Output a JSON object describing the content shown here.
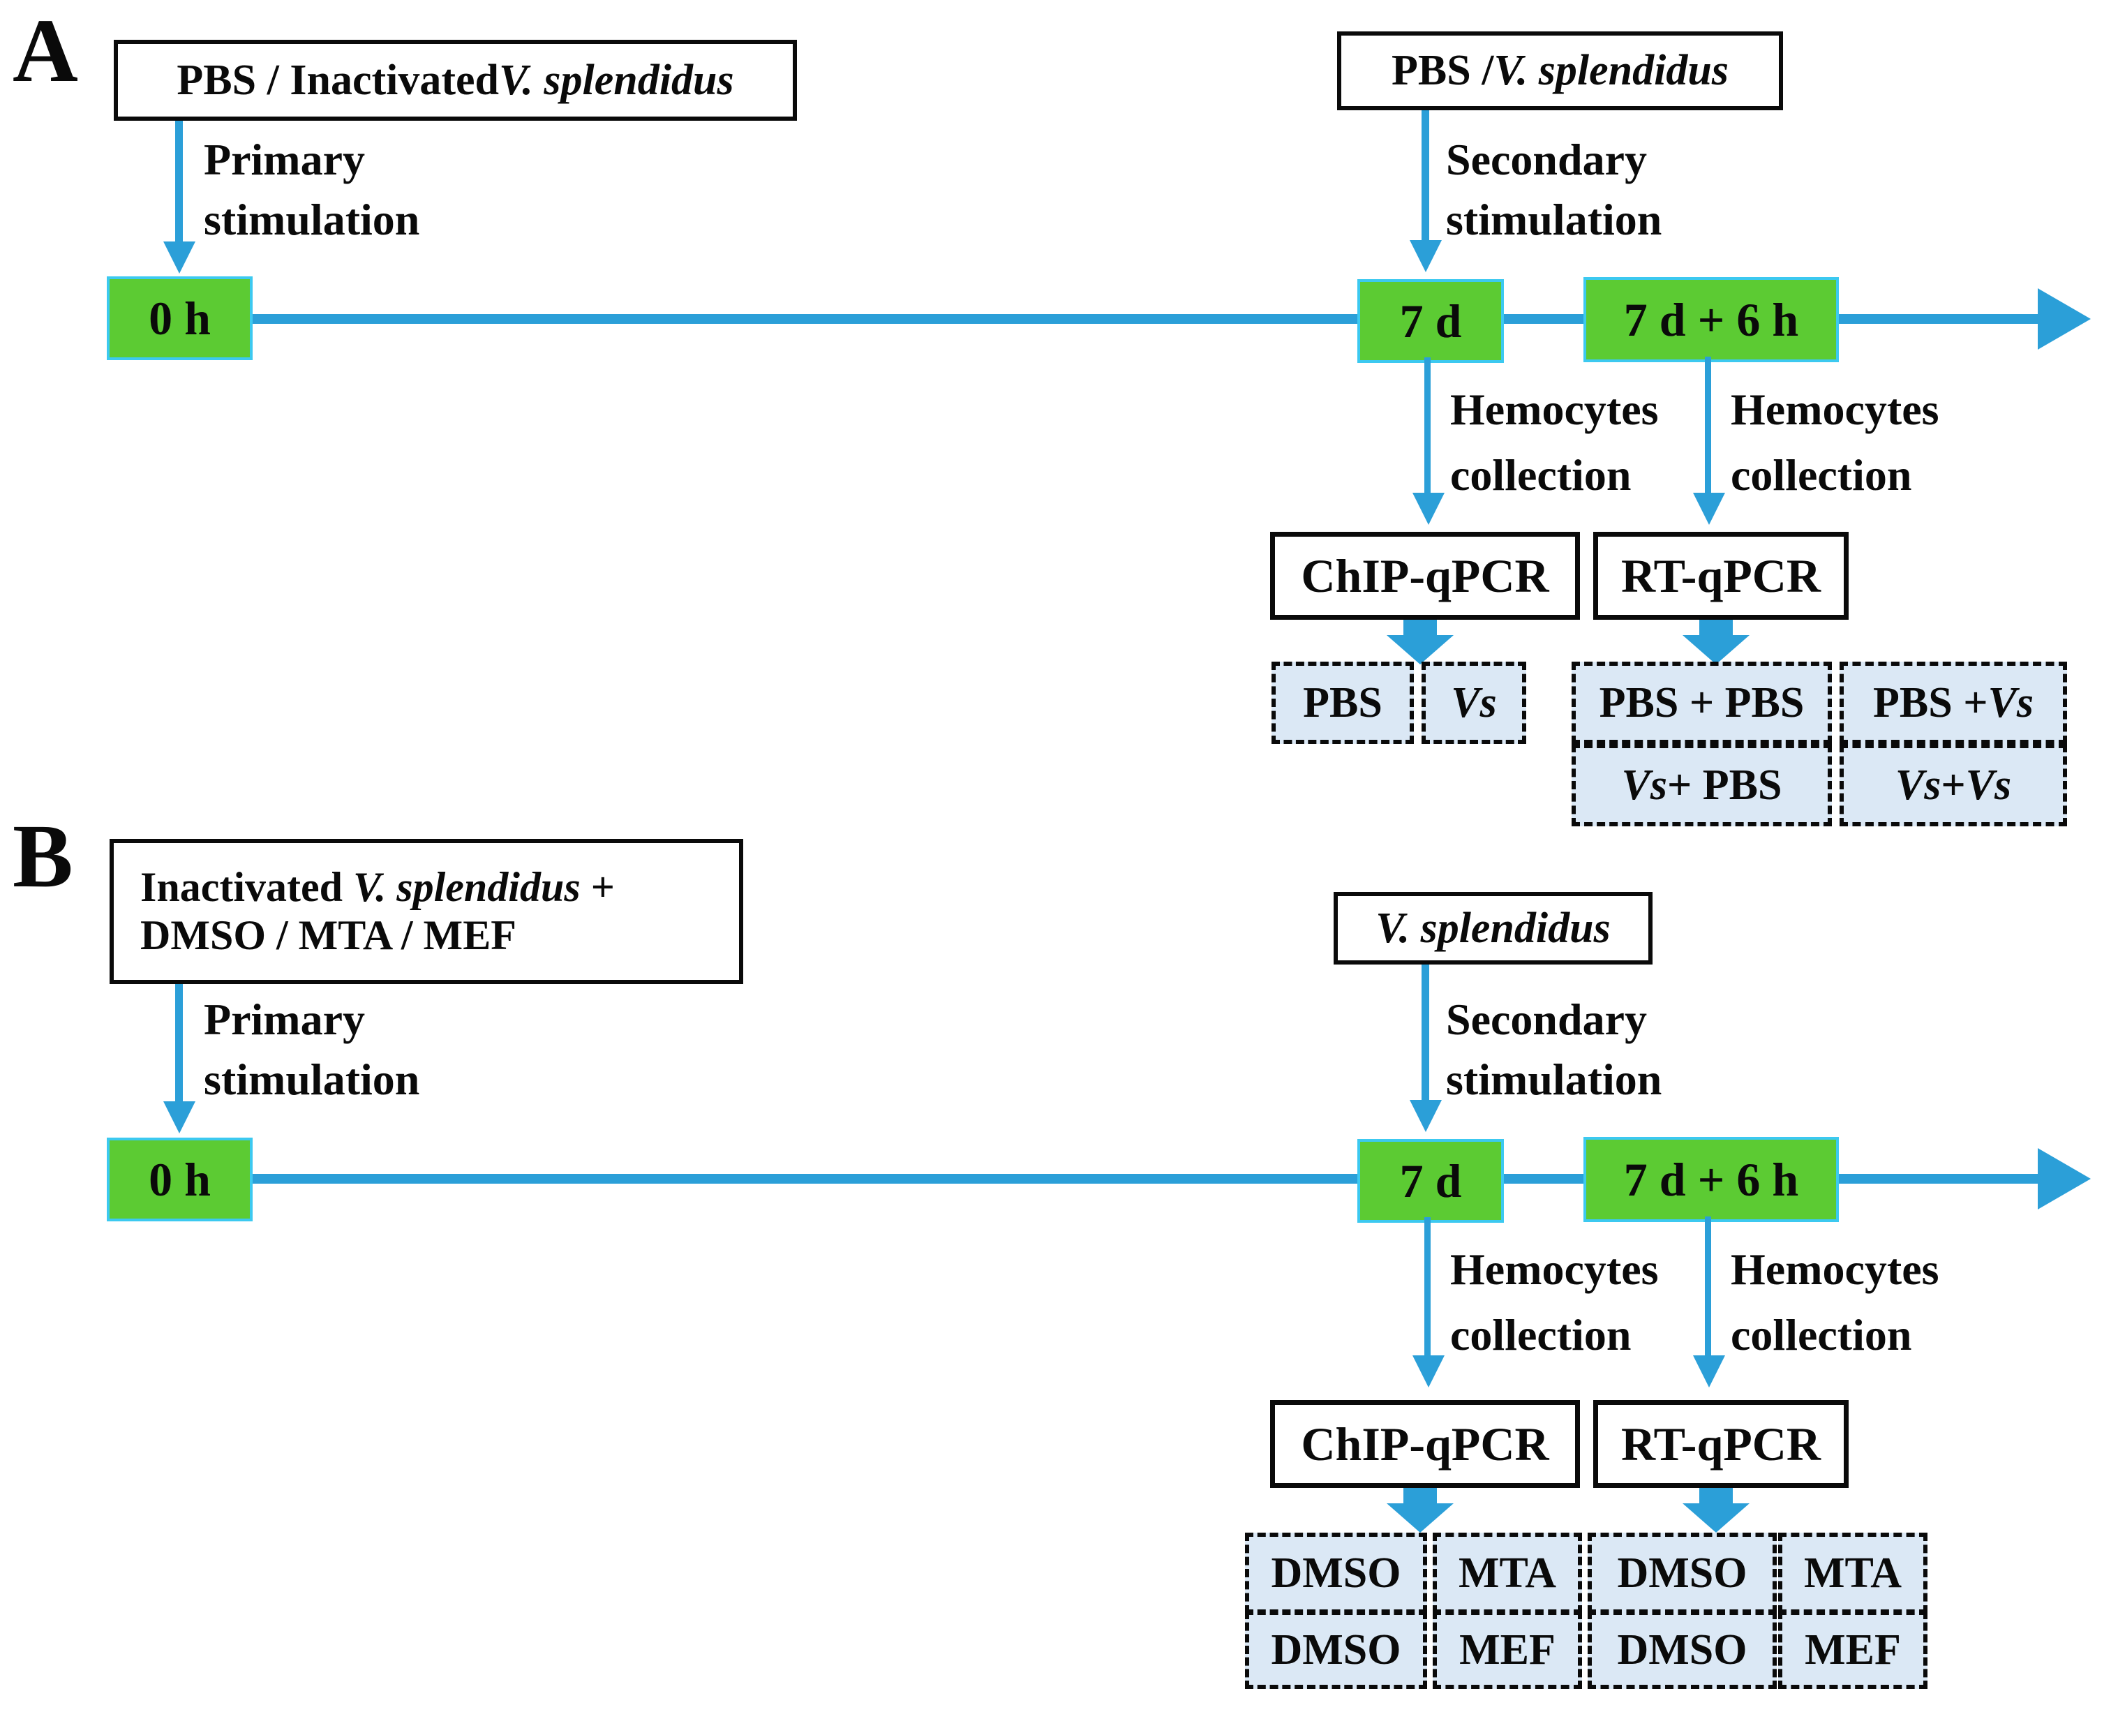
{
  "colors": {
    "arrow_blue": "#2b9fd8",
    "timepoint_green": "#5ccb33",
    "timepoint_border_cyan": "#3cc9f0",
    "result_fill_blue": "#dbe8f5",
    "line_black": "#0a0a0a"
  },
  "panelA": {
    "label": "A",
    "primary_stimulus_segments": [
      {
        "t": "PBS / Inactivated "
      },
      {
        "t": "V. splendidus",
        "i": true
      }
    ],
    "primary_arrow_label": [
      "Primary",
      "stimulation"
    ],
    "secondary_stimulus_segments": [
      {
        "t": "PBS / "
      },
      {
        "t": "V. splendidus",
        "i": true
      }
    ],
    "secondary_arrow_label": [
      "Secondary",
      "stimulation"
    ],
    "timeline": {
      "start": "0 h",
      "mid": "7 d",
      "end": "7 d + 6 h"
    },
    "hemocytes_label": [
      "Hemocytes",
      "collection"
    ],
    "assays": {
      "chip": "ChIP-qPCR",
      "rt": "RT-qPCR"
    },
    "chip_results": [
      [
        {
          "t": "PBS"
        }
      ],
      [
        {
          "t": "Vs",
          "i": true
        }
      ]
    ],
    "rt_results": {
      "row1": [
        [
          {
            "t": "PBS + PBS"
          }
        ],
        [
          {
            "t": "PBS + "
          },
          {
            "t": "Vs",
            "i": true
          }
        ]
      ],
      "row2": [
        [
          {
            "t": "Vs",
            "i": true
          },
          {
            "t": " + PBS"
          }
        ],
        [
          {
            "t": "Vs",
            "i": true
          },
          {
            "t": " + "
          },
          {
            "t": "Vs",
            "i": true
          }
        ]
      ]
    }
  },
  "panelB": {
    "label": "B",
    "primary_stimulus_line1": [
      {
        "t": "Inactivated "
      },
      {
        "t": "V. splendidus",
        "i": true
      },
      {
        "t": " +"
      }
    ],
    "primary_stimulus_line2": [
      {
        "t": "DMSO / MTA / MEF"
      }
    ],
    "primary_arrow_label": [
      "Primary",
      "stimulation"
    ],
    "secondary_stimulus_segments": [
      {
        "t": "V. splendidus",
        "i": true
      }
    ],
    "secondary_arrow_label": [
      "Secondary",
      "stimulation"
    ],
    "timeline": {
      "start": "0 h",
      "mid": "7 d",
      "end": "7 d + 6 h"
    },
    "hemocytes_label": [
      "Hemocytes",
      "collection"
    ],
    "assays": {
      "chip": "ChIP-qPCR",
      "rt": "RT-qPCR"
    },
    "chip_results": {
      "row1": [
        [
          {
            "t": "DMSO"
          }
        ],
        [
          {
            "t": "MTA"
          }
        ]
      ],
      "row2": [
        [
          {
            "t": "DMSO"
          }
        ],
        [
          {
            "t": "MEF"
          }
        ]
      ]
    },
    "rt_results": {
      "row1": [
        [
          {
            "t": "DMSO"
          }
        ],
        [
          {
            "t": "MTA"
          }
        ]
      ],
      "row2": [
        [
          {
            "t": "DMSO"
          }
        ],
        [
          {
            "t": "MEF"
          }
        ]
      ]
    }
  }
}
